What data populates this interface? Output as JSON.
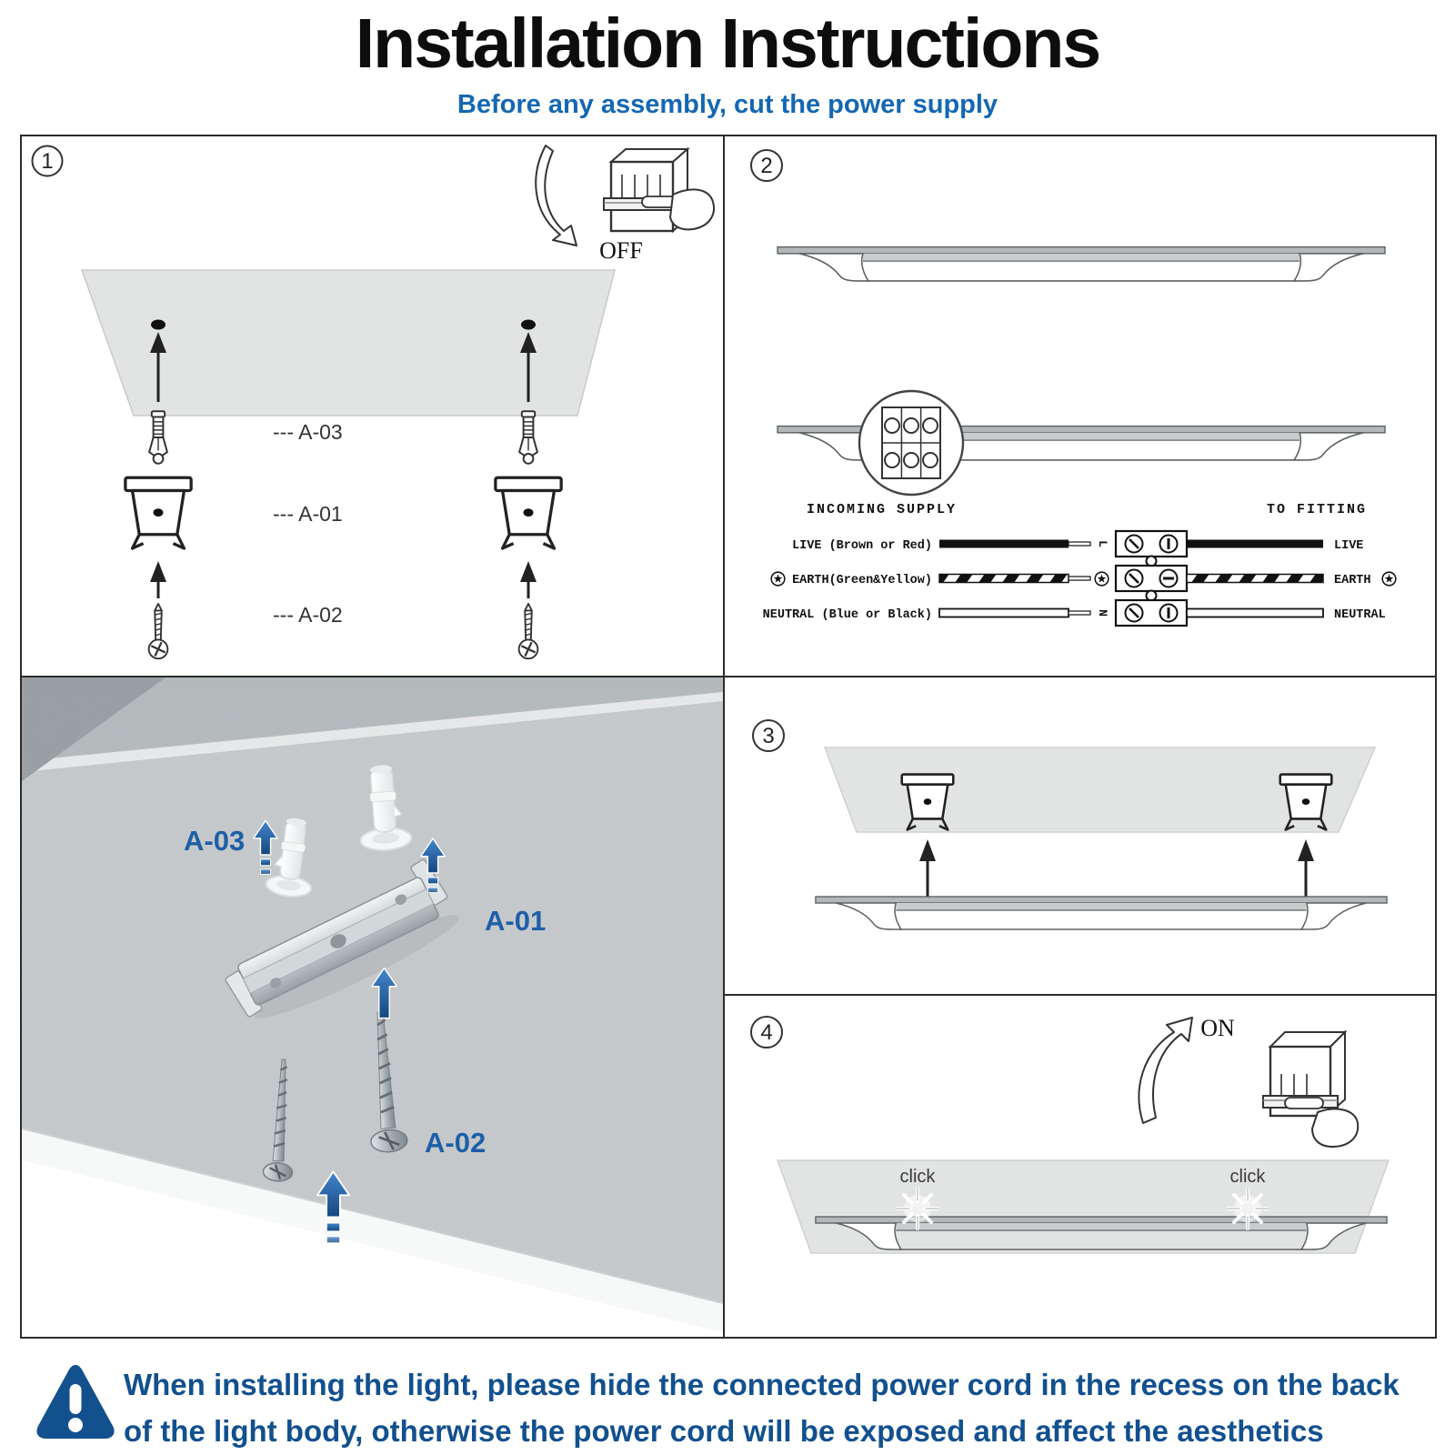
{
  "title": "Installation Instructions",
  "subtitle": "Before any assembly, cut the power supply",
  "step1": {
    "number": "1",
    "off_label": "OFF",
    "labels": [
      "--- A-03",
      "--- A-01",
      "--- A-02"
    ]
  },
  "step2": {
    "number": "2",
    "incoming_header": "INCOMING SUPPLY",
    "fitting_header": "TO FITTING",
    "rows": [
      {
        "left": "LIVE (Brown or Red)",
        "marker": "L",
        "right": "LIVE"
      },
      {
        "left": "EARTH(Green&Yellow)",
        "right": "EARTH"
      },
      {
        "left": "NEUTRAL (Blue or Black)",
        "marker": "N",
        "right": "NEUTRAL"
      }
    ]
  },
  "step3": {
    "number": "3"
  },
  "step4": {
    "number": "4",
    "on_label": "ON",
    "click_label": "click"
  },
  "photo": {
    "a03": "A-03",
    "a01": "A-01",
    "a02": "A-02"
  },
  "warning": {
    "text": "When installing the light, please hide the connected power cord in the recess on the back of the light body, otherwise the power cord will be exposed and affect the aesthetics"
  },
  "colors": {
    "accent_blue": "#1467b2",
    "label_blue": "#1d5fa7",
    "warning_blue": "#12508e",
    "ceiling_gray": "#e2e3e3"
  }
}
